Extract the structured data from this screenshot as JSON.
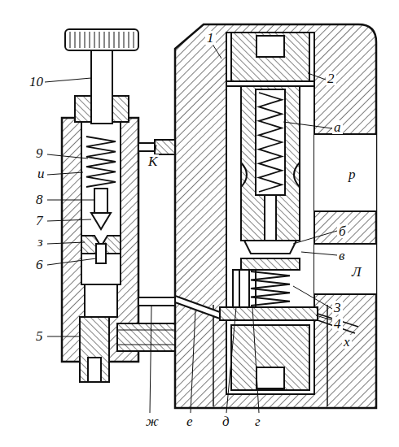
{
  "diagram": {
    "labels": [
      "10",
      "9",
      "и",
      "8",
      "7",
      "з",
      "6",
      "5",
      "К",
      "ж",
      "е",
      "д",
      "г",
      "1",
      "2",
      "а",
      "р",
      "б",
      "в",
      "Л",
      "3",
      "4",
      "х"
    ]
  }
}
